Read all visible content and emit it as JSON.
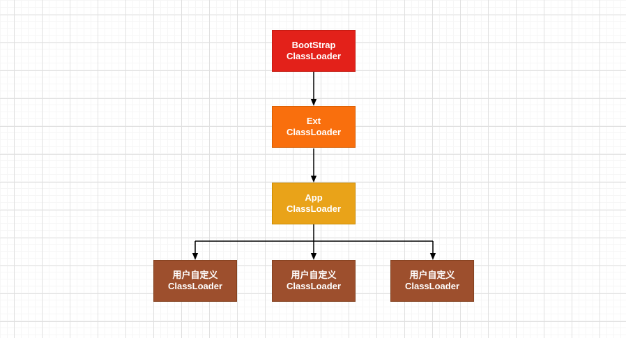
{
  "canvas": {
    "background_color": "#ffffff",
    "grid_minor_color": "#f6f6f6",
    "grid_major_color": "#e0e0e0",
    "connector_color": "#000000"
  },
  "diagram": {
    "type": "flowchart",
    "topic": "ClassLoader hierarchy",
    "nodes": [
      {
        "id": "bootstrap-classloader",
        "label_line1": "BootStrap",
        "label_line2": "ClassLoader",
        "fill": "#E3211A",
        "border": "#C41A10",
        "text_color": "#ffffff"
      },
      {
        "id": "ext-classloader",
        "label_line1": "Ext",
        "label_line2": "ClassLoader",
        "fill": "#F96F0D",
        "border": "#D65C00",
        "text_color": "#ffffff"
      },
      {
        "id": "app-classloader",
        "label_line1": "App",
        "label_line2": "ClassLoader",
        "fill": "#E9A319",
        "border": "#C98A00",
        "text_color": "#ffffff"
      },
      {
        "id": "custom-classloader-1",
        "label_line1": "用户自定义",
        "label_line2": "ClassLoader",
        "fill": "#9D4F2D",
        "border": "#83411F",
        "text_color": "#ffffff"
      },
      {
        "id": "custom-classloader-2",
        "label_line1": "用户自定义",
        "label_line2": "ClassLoader",
        "fill": "#9D4F2D",
        "border": "#83411F",
        "text_color": "#ffffff"
      },
      {
        "id": "custom-classloader-3",
        "label_line1": "用户自定义",
        "label_line2": "ClassLoader",
        "fill": "#9D4F2D",
        "border": "#83411F",
        "text_color": "#ffffff"
      }
    ],
    "edges": [
      {
        "from": "bootstrap-classloader",
        "to": "ext-classloader"
      },
      {
        "from": "ext-classloader",
        "to": "app-classloader"
      },
      {
        "from": "app-classloader",
        "to": "custom-classloader-1"
      },
      {
        "from": "app-classloader",
        "to": "custom-classloader-2"
      },
      {
        "from": "app-classloader",
        "to": "custom-classloader-3"
      }
    ]
  }
}
